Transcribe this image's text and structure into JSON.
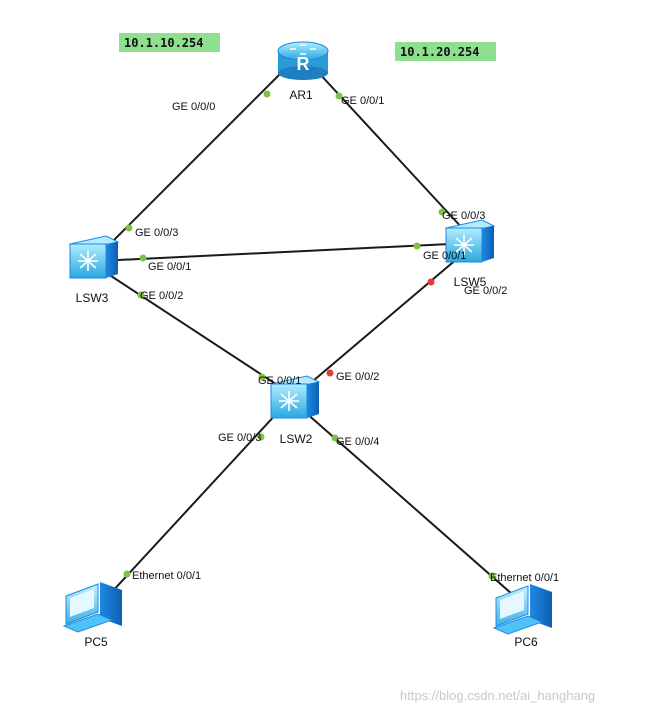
{
  "colors": {
    "link": "#1a1a1a",
    "port_up": "#7dc242",
    "port_down": "#e53935",
    "ip_box": "#8ee08e",
    "device_body": "#4fc3f7",
    "device_dark": "#1e88e5"
  },
  "ip_labels": {
    "left": "10.1.10.254",
    "right": "10.1.20.254"
  },
  "devices": {
    "ar1": {
      "label": "AR1",
      "icon": "router-icon"
    },
    "lsw3": {
      "label": "LSW3",
      "icon": "switch-icon"
    },
    "lsw5": {
      "label": "LSW5",
      "icon": "switch-icon"
    },
    "lsw2": {
      "label": "LSW2",
      "icon": "switch-icon"
    },
    "pc5": {
      "label": "PC5",
      "icon": "pc-icon"
    },
    "pc6": {
      "label": "PC6",
      "icon": "pc-icon"
    }
  },
  "ports": {
    "ar1_left": "GE 0/0/0",
    "ar1_right": "GE 0/0/1",
    "lsw3_up": "GE 0/0/3",
    "lsw3_right": "GE 0/0/1",
    "lsw3_down": "GE 0/0/2",
    "lsw5_up": "GE 0/0/3",
    "lsw5_left": "GE 0/0/1",
    "lsw5_down": "GE 0/0/2",
    "lsw2_up_left": "GE 0/0/1",
    "lsw2_up_right": "GE 0/0/2",
    "lsw2_down_left": "GE 0/0/3",
    "lsw2_down_right": "GE 0/0/4",
    "pc5_eth": "Ethernet 0/0/1",
    "pc6_eth": "Ethernet 0/0/1"
  },
  "port_status": {
    "lsw5_down": "down",
    "lsw2_up_right": "down"
  },
  "watermark": "https://blog.csdn.net/ai_hanghang"
}
